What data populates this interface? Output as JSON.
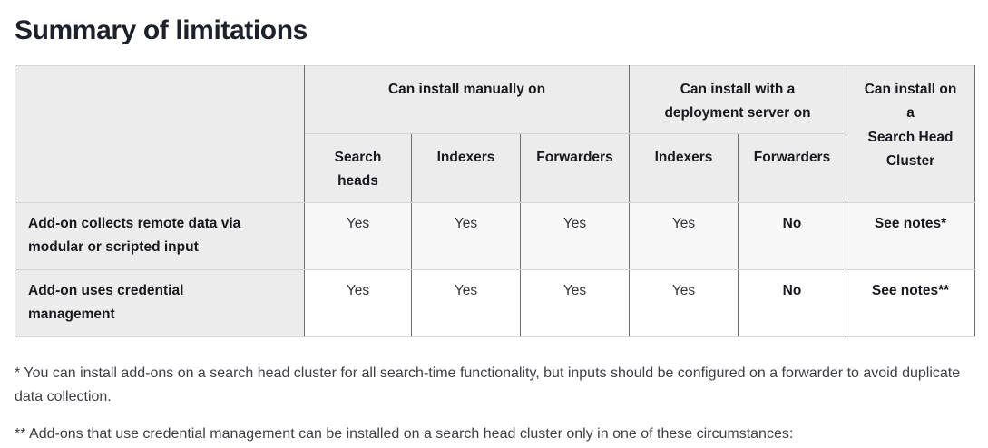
{
  "page": {
    "title": "Summary of limitations"
  },
  "table": {
    "header_groups": {
      "manual": "Can install manually on",
      "deployment": "Can install with a\ndeployment server on",
      "search_head_cluster": "Can install on\na\nSearch Head\nCluster"
    },
    "subheaders": [
      "Search\nheads",
      "Indexers",
      "Forwarders",
      "Indexers",
      "Forwarders"
    ],
    "rows": [
      {
        "label": "Add-on collects remote data via\nmodular or scripted input",
        "cells": [
          "Yes",
          "Yes",
          "Yes",
          "Yes",
          "No",
          "See notes*"
        ]
      },
      {
        "label": "Add-on uses credential\nmanagement",
        "cells": [
          "Yes",
          "Yes",
          "Yes",
          "Yes",
          "No",
          "See notes**"
        ]
      }
    ]
  },
  "footnotes": [
    "* You can install add-ons on a search head cluster for all search-time functionality, but inputs should be configured on a forwarder to avoid duplicate data collection.",
    "** Add-ons that use credential management can be installed on a search head cluster only in one of these circumstances:"
  ],
  "colors": {
    "heading_text": "#1d212b",
    "table_header_bg": "#ececec",
    "row_alt_bg": "#f7f7f7",
    "row_bg": "#ffffff",
    "border_vertical": "#6e6e6e",
    "border_horizontal": "#d6d6d6",
    "body_text": "#3d3f46"
  }
}
